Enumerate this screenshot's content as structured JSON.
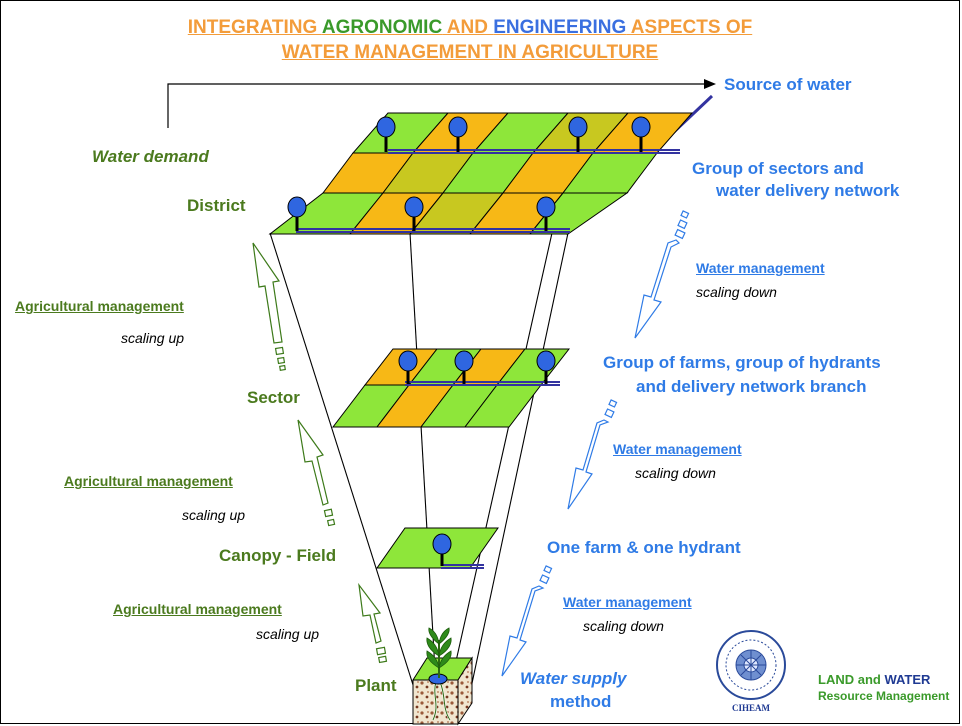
{
  "title": {
    "line1_part1": "INTEGRATING ",
    "line1_part2": "AGRONOMIC",
    "line1_part3": " AND ",
    "line1_part4": "ENGINEERING",
    "line1_part5": " ASPECTS OF",
    "line2": "WATER MANAGEMENT IN AGRICULTURE"
  },
  "left": {
    "water_demand": "Water demand",
    "district": "District",
    "sector": "Sector",
    "canopy_field": "Canopy - Field",
    "plant": "Plant",
    "agri_mgmt_1": "Agricultural management",
    "scaling_up_1": "scaling up",
    "agri_mgmt_2": "Agricultural management",
    "scaling_up_2": "scaling up",
    "agri_mgmt_3": "Agricultural management",
    "scaling_up_3": "scaling up"
  },
  "right": {
    "source_of_water": "Source of water",
    "group_sectors_l1": "Group of sectors and",
    "group_sectors_l2": "water delivery network",
    "water_mgmt_1": "Water management",
    "scaling_down_1": "scaling down",
    "group_farms_l1": "Group of farms, group of hydrants",
    "group_farms_l2": "and delivery network branch",
    "water_mgmt_2": "Water management",
    "scaling_down_2": "scaling down",
    "one_farm": "One farm & one hydrant",
    "water_mgmt_3": "Water management",
    "scaling_down_3": "scaling down",
    "water_supply_l1": "Water supply",
    "water_supply_l2": "method"
  },
  "logo": {
    "org": "CIHEAM",
    "land": "LAND",
    "and": " and ",
    "water": "WATER",
    "resource": "Resource Management"
  },
  "colors": {
    "field_green": "#8ee63a",
    "field_orange": "#f7b816",
    "field_olive": "#c8c820",
    "pipe_blue": "#3333a0",
    "label_green": "#4b7a1e",
    "label_blue": "#2f7be6"
  }
}
